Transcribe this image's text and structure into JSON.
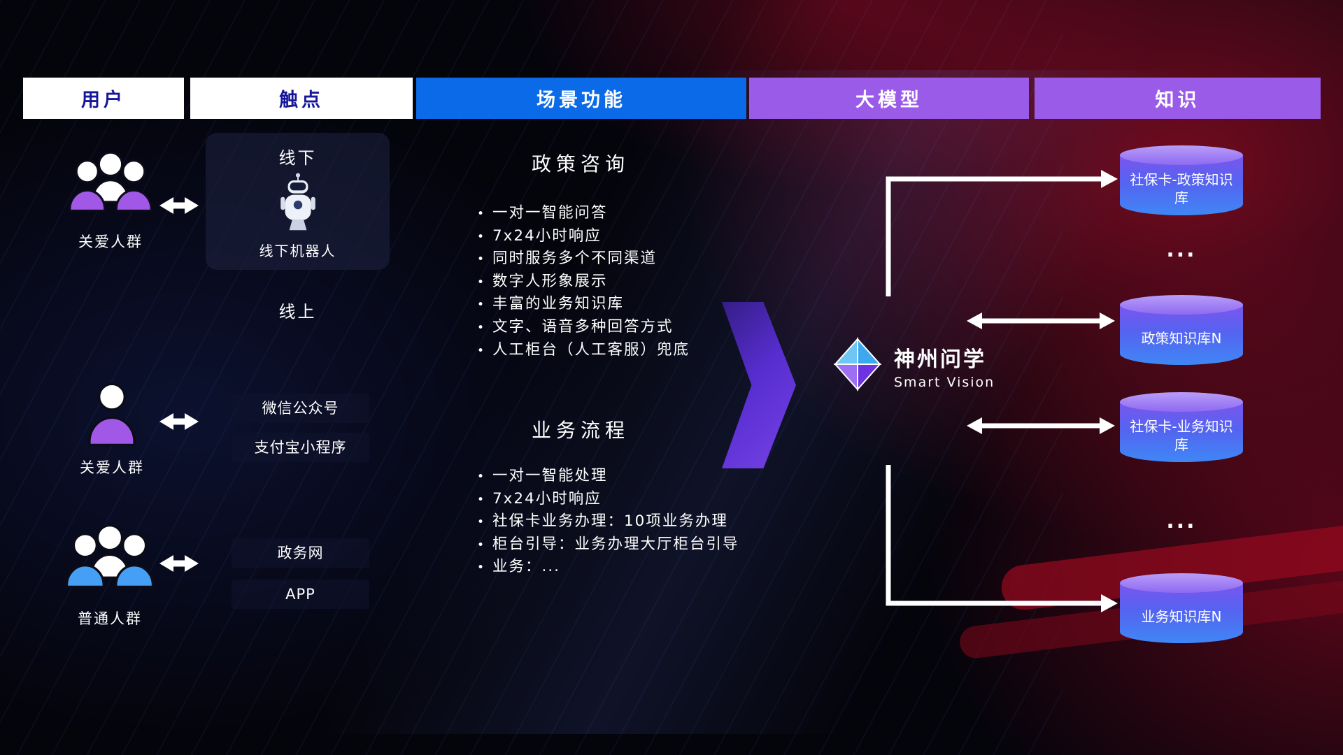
{
  "header": {
    "columns": [
      {
        "label": "用户"
      },
      {
        "label": "触点"
      },
      {
        "label": "场景功能"
      },
      {
        "label": "大模型"
      },
      {
        "label": "知识"
      }
    ]
  },
  "users": {
    "groups": [
      {
        "label": "关爱人群"
      },
      {
        "label": "关爱人群"
      },
      {
        "label": "普通人群"
      }
    ]
  },
  "touchpoints": {
    "offline_title": "线下",
    "offline_robot": "线下机器人",
    "online_title": "线上",
    "items": [
      {
        "label": "微信公众号"
      },
      {
        "label": "支付宝小程序"
      },
      {
        "label": "政务网"
      },
      {
        "label": "APP"
      }
    ]
  },
  "scenes": [
    {
      "title": "政策咨询",
      "bullets": [
        "一对一智能问答",
        "7x24小时响应",
        "同时服务多个不同渠道",
        "数字人形象展示",
        "丰富的业务知识库",
        "文字、语音多种回答方式",
        "人工柜台（人工客服）兜底"
      ]
    },
    {
      "title": "业务流程",
      "bullets": [
        "一对一智能处理",
        "7x24小时响应",
        "社保卡业务办理：10项业务办理",
        "柜台引导：业务办理大厅柜台引导",
        "业务：..."
      ]
    }
  ],
  "model": {
    "name": "神州问学",
    "subtitle": "Smart Vision"
  },
  "knowledge": {
    "databases": [
      {
        "label": "社保卡-政策知识库"
      },
      {
        "label": "政策知识库N"
      },
      {
        "label": "社保卡-业务知识库"
      },
      {
        "label": "业务知识库N"
      }
    ],
    "ellipsis": "..."
  },
  "colors": {
    "header_blue": "#0a6ae8",
    "header_purple": "#9a5ce8",
    "header_text_dark": "#16169a",
    "user_purple": "#a158e6",
    "user_blue": "#45a0f5",
    "db_top": "#b89df8",
    "db_body_bottom": "#3f87f5",
    "arrow_white": "#ffffff"
  }
}
